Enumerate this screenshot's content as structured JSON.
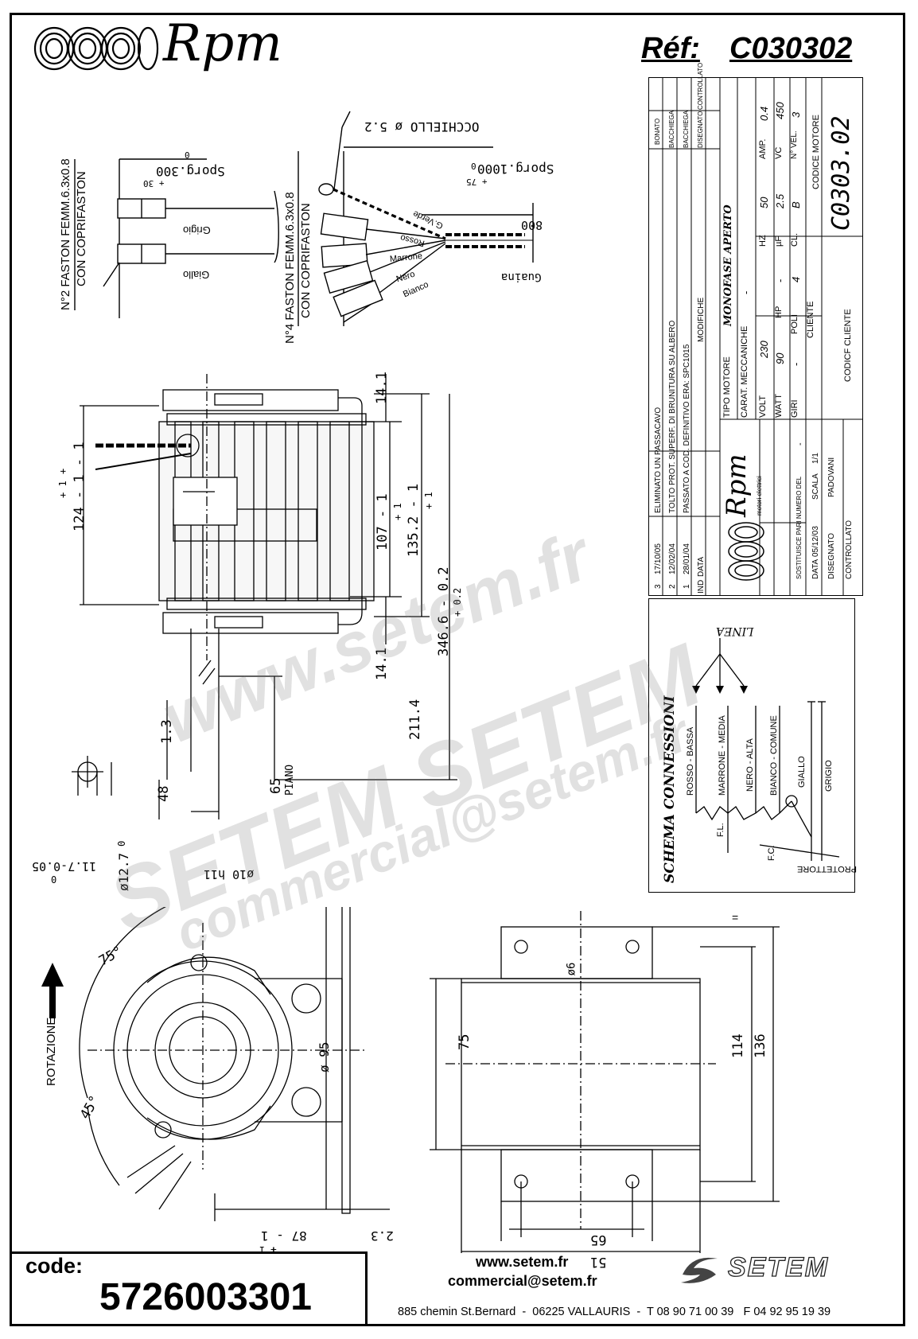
{
  "header": {
    "brand": "Rpm",
    "ref_label": "Réf:",
    "ref_code": "C030302"
  },
  "wiring": {
    "faston2": [
      "N°2 FASTON FEMM.6.3x0.8",
      "CON COPRIFASTON"
    ],
    "faston4": [
      "N°4 FASTON FEMM.6.3x0.8",
      "CON COPRIFASTON"
    ],
    "sporg300": "Sporg.300",
    "sporg300_tol": [
      "0",
      "+ 30"
    ],
    "sporg1000": "Sporg.1000",
    "sporg1000_tol": [
      "0",
      "+ 75"
    ],
    "occhiello": "OCCHIELLO ø 5.2",
    "len800": "800",
    "guaina": "Guaina",
    "wires_left": [
      "Grigio",
      "Giallo"
    ],
    "wires_right": [
      "G.Verde",
      "Rosso",
      "Marrone",
      "Nero",
      "Bianco"
    ]
  },
  "side_view": {
    "d124": "124 - 1 - 1",
    "d124_tol": [
      "+",
      "+ 1"
    ],
    "d107": "107 - 1",
    "d107_tol": "+ 1",
    "d135": "135.2 - 1",
    "d135_tol": "+ 1",
    "d346": "346.6 - 0.2",
    "d346_tol": "+ 0.2",
    "d14a": "14.1",
    "d14b": "14.1",
    "d211": "211.4",
    "d1_3": "1.3",
    "d48": "48",
    "d65": "65",
    "piano": "PIANO",
    "shaft": "ø10 h11",
    "d12_7": "ø12.7",
    "d12_7_tol": "0",
    "d11_7": "11.7-0.05",
    "d11_7_tol": "0"
  },
  "front_view": {
    "ang75": "75°",
    "ang45": "45°",
    "rotazione": "ROTAZIONE",
    "d95": "ø 95",
    "d87": "87 - 1",
    "d87_tol": [
      "+",
      "+ 1"
    ],
    "d2_3": "2.3"
  },
  "bottom_view": {
    "d6": "ø6",
    "d75": "75",
    "d114": "114",
    "d136": "136",
    "d65": "65",
    "d51": "51",
    "eq": "="
  },
  "schema": {
    "title": "SCHEMA CONNESSIONI",
    "linea": "LINEA",
    "wires": [
      "ROSSO - BASSA",
      "MARRONE - MEDIA",
      "NERO - ALTA",
      "BIANCO - COMUNE",
      "GIALLO",
      "GRIGIO"
    ],
    "fl": "F.L.",
    "fc": "F.C.",
    "protettore": "PROTETTORE"
  },
  "title_block": {
    "revisions": [
      {
        "ind": "3",
        "date": "17/10/05",
        "text": "ELIMINATO UN PASSACAVO",
        "by": "BONATO"
      },
      {
        "ind": "2",
        "date": "12/02/04",
        "text": "TOLTO PROT. SUPERF. DI BRUNITURA SU ALBERO",
        "by": "BACCHIEGA"
      },
      {
        "ind": "1",
        "date": "28/01/04",
        "text": "PASSATO A COD. DEFINITIVO ERA: SPC1015",
        "by": "BACCHIEGA"
      }
    ],
    "hdr_ind": "IND",
    "hdr_data": "DATA",
    "hdr_modifiche": "MODIFICHE",
    "hdr_disegnato": "DISEGNATO",
    "hdr_controllato": "CONTROLLATO",
    "tipo_motore_label": "TIPO MOTORE",
    "tipo_motore": "MONOFASE APERTO",
    "carat_label": "CARAT. MECCANICHE",
    "carat_value": "-",
    "specs": [
      {
        "label": "VOLT",
        "value": "230"
      },
      {
        "label": "HZ",
        "value": "50"
      },
      {
        "label": "AMP.",
        "value": "0.4"
      },
      {
        "label": "WATT",
        "value": "90"
      },
      {
        "label": "HP",
        "value": "-"
      },
      {
        "label": "µF",
        "value": "2.5"
      },
      {
        "label": "VC",
        "value": "450"
      },
      {
        "label": "GIRI",
        "value": "-"
      },
      {
        "label": "POLI",
        "value": "4"
      },
      {
        "label": "CL.",
        "value": "B"
      },
      {
        "label": "N° VEL.",
        "value": "3"
      }
    ],
    "cliente": "CLIENTE",
    "codice_motore_label": "CODICE MOTORE",
    "codice_motore": "C0303.02",
    "codif_cliente": "CODICF CLIENTE",
    "sostituisce": "SOSTITUISCE PARI NUMERO DEL",
    "sostituisce_val": "-",
    "data_label": "DATA",
    "data_val": "05/12/03",
    "scala_label": "SCALA",
    "scala_val": "1/1",
    "disegnato_label": "DISEGNATO",
    "disegnato_val": "PADOVANI",
    "controllato_label": "CONTROLLATO",
    "logo_text": "Rpm",
    "logo_sub": "motori elettrici"
  },
  "footer": {
    "code_label": "code:",
    "code_value": "5726003301",
    "web": "www.setem.fr",
    "email": "commercial@setem.fr",
    "address": "885 chemin St.Bernard  -  06225 VALLAURIS  -  T 08 90 71 00 39   F 04 92 95 19 39",
    "setem_logo": "SETEM"
  },
  "watermark": {
    "w1": "www.setem.fr",
    "w2": "SETEM   SETEM",
    "w3": "commercial@setem.fr"
  }
}
